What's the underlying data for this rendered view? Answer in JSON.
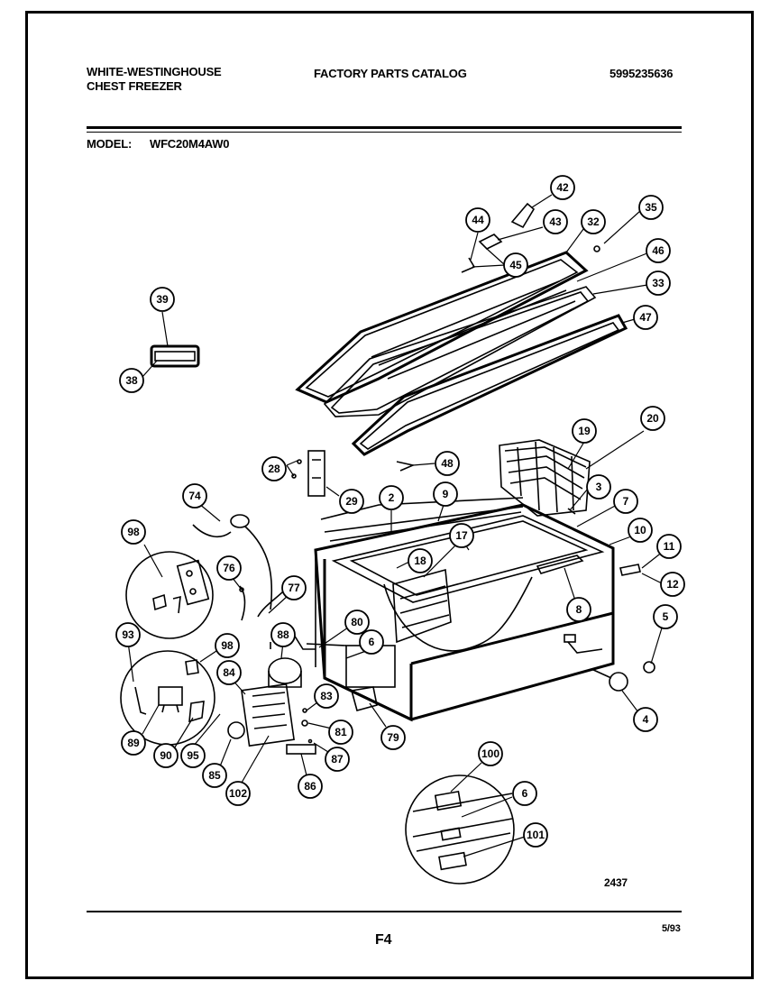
{
  "header": {
    "brand_line1": "WHITE-WESTINGHOUSE",
    "brand_line2": "CHEST FREEZER",
    "catalog_title": "FACTORY PARTS CATALOG",
    "catalog_number": "5995235636",
    "model_label": "MODEL:",
    "model_value": "WFC20M4AW0"
  },
  "footer": {
    "drawing_number": "2437",
    "page_code": "F4",
    "date": "5/93"
  },
  "callouts": [
    "42",
    "44",
    "43",
    "32",
    "35",
    "46",
    "45",
    "33",
    "47",
    "39",
    "38",
    "19",
    "20",
    "28",
    "48",
    "29",
    "3",
    "2",
    "9",
    "7",
    "74",
    "98",
    "10",
    "11",
    "17",
    "18",
    "12",
    "76",
    "77",
    "8",
    "5",
    "93",
    "98",
    "88",
    "80",
    "6",
    "84",
    "83",
    "81",
    "79",
    "4",
    "89",
    "90",
    "95",
    "87",
    "85",
    "102",
    "86",
    "100",
    "6",
    "101"
  ]
}
